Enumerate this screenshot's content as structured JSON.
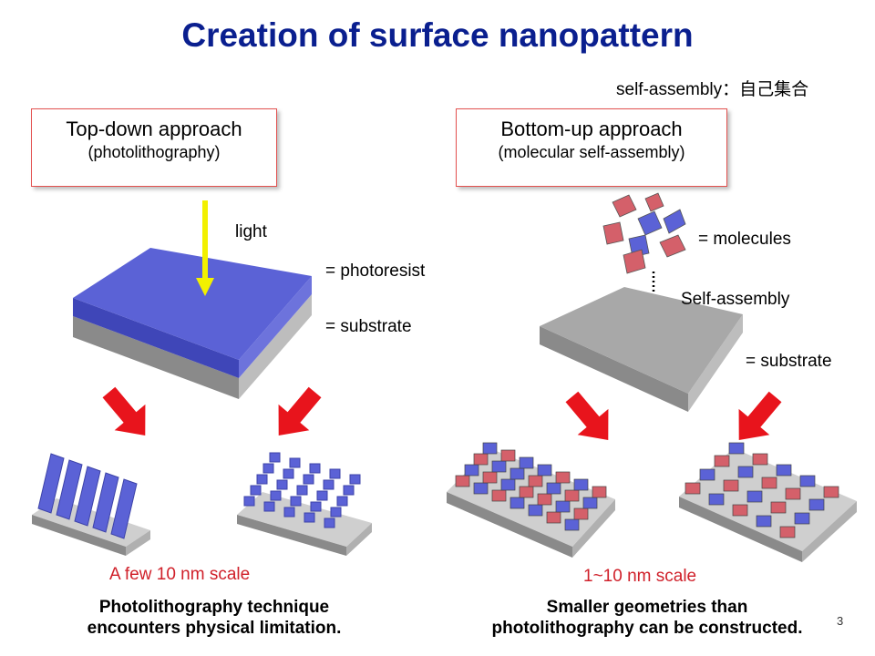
{
  "title": "Creation of surface nanopattern",
  "note": "self-assembly：自己集合",
  "top_down": {
    "heading": "Top-down approach",
    "sub": "(photolithography)",
    "light_label": "light",
    "photoresist_label": "= photoresist",
    "substrate_label": "= substrate",
    "scale": "A few 10 nm scale",
    "conclusion_line1": "Photolithography technique",
    "conclusion_line2": "encounters physical limitation."
  },
  "bottom_up": {
    "heading": "Bottom-up approach",
    "sub": "(molecular self-assembly)",
    "molecules_label": "= molecules",
    "self_assembly_label": "Self-assembly",
    "substrate_label": "= substrate",
    "scale": "1~10 nm scale",
    "conclusion_line1": "Smaller geometries than",
    "conclusion_line2": "photolithography can be constructed."
  },
  "page_number": "3",
  "colors": {
    "title": "#0a1f8f",
    "photoresist": "#5b62d6",
    "substrate": "#a8a8a8",
    "molecule_red": "#d4606a",
    "arrow_red": "#e8141c",
    "light_arrow": "#f2f000",
    "scale_text": "#d0202a",
    "box_border": "#e3514f"
  }
}
